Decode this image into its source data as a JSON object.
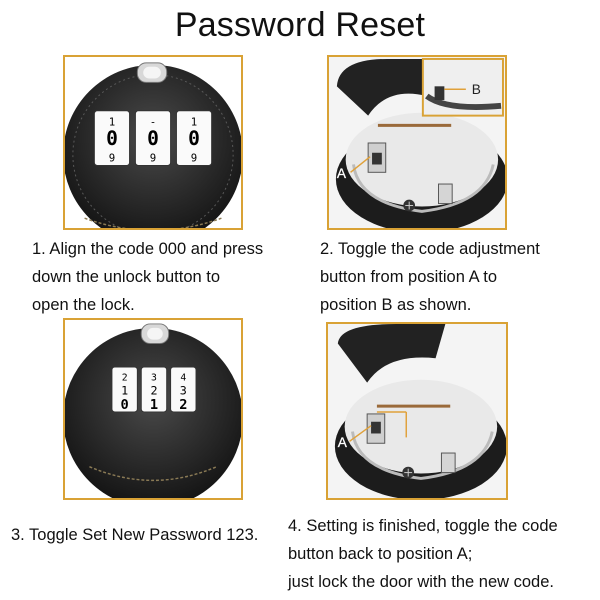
{
  "title": "Password Reset",
  "steps": [
    {
      "lines": [
        "1. Align the code 000 and press",
        "down the unlock button to",
        "open the lock."
      ]
    },
    {
      "lines": [
        "2. Toggle the code adjustment",
        "button from position A to",
        "position B as shown."
      ]
    },
    {
      "lines": [
        "3. Toggle Set New Password 123."
      ]
    },
    {
      "lines": [
        "4. Setting is finished, toggle the code",
        "button back to position A;",
        "just lock the door with the new code."
      ]
    }
  ],
  "callouts": {
    "a": "A",
    "b": "B"
  },
  "dials": {
    "step1": [
      {
        "top": "1",
        "mid": "0",
        "bottom": "9"
      },
      {
        "top": "-",
        "mid": "0",
        "bottom": "9"
      },
      {
        "top": "1",
        "mid": "0",
        "bottom": "9"
      }
    ],
    "step3": [
      {
        "top": "2",
        "mid": "1",
        "bottom": "0"
      },
      {
        "top": "3",
        "mid": "2",
        "bottom": "1"
      },
      {
        "top": "4",
        "mid": "3",
        "bottom": "2"
      }
    ]
  },
  "colors": {
    "frame": "#d9a235",
    "lock_body": "#2a2a2a",
    "callout_line": "#e0a13a"
  }
}
